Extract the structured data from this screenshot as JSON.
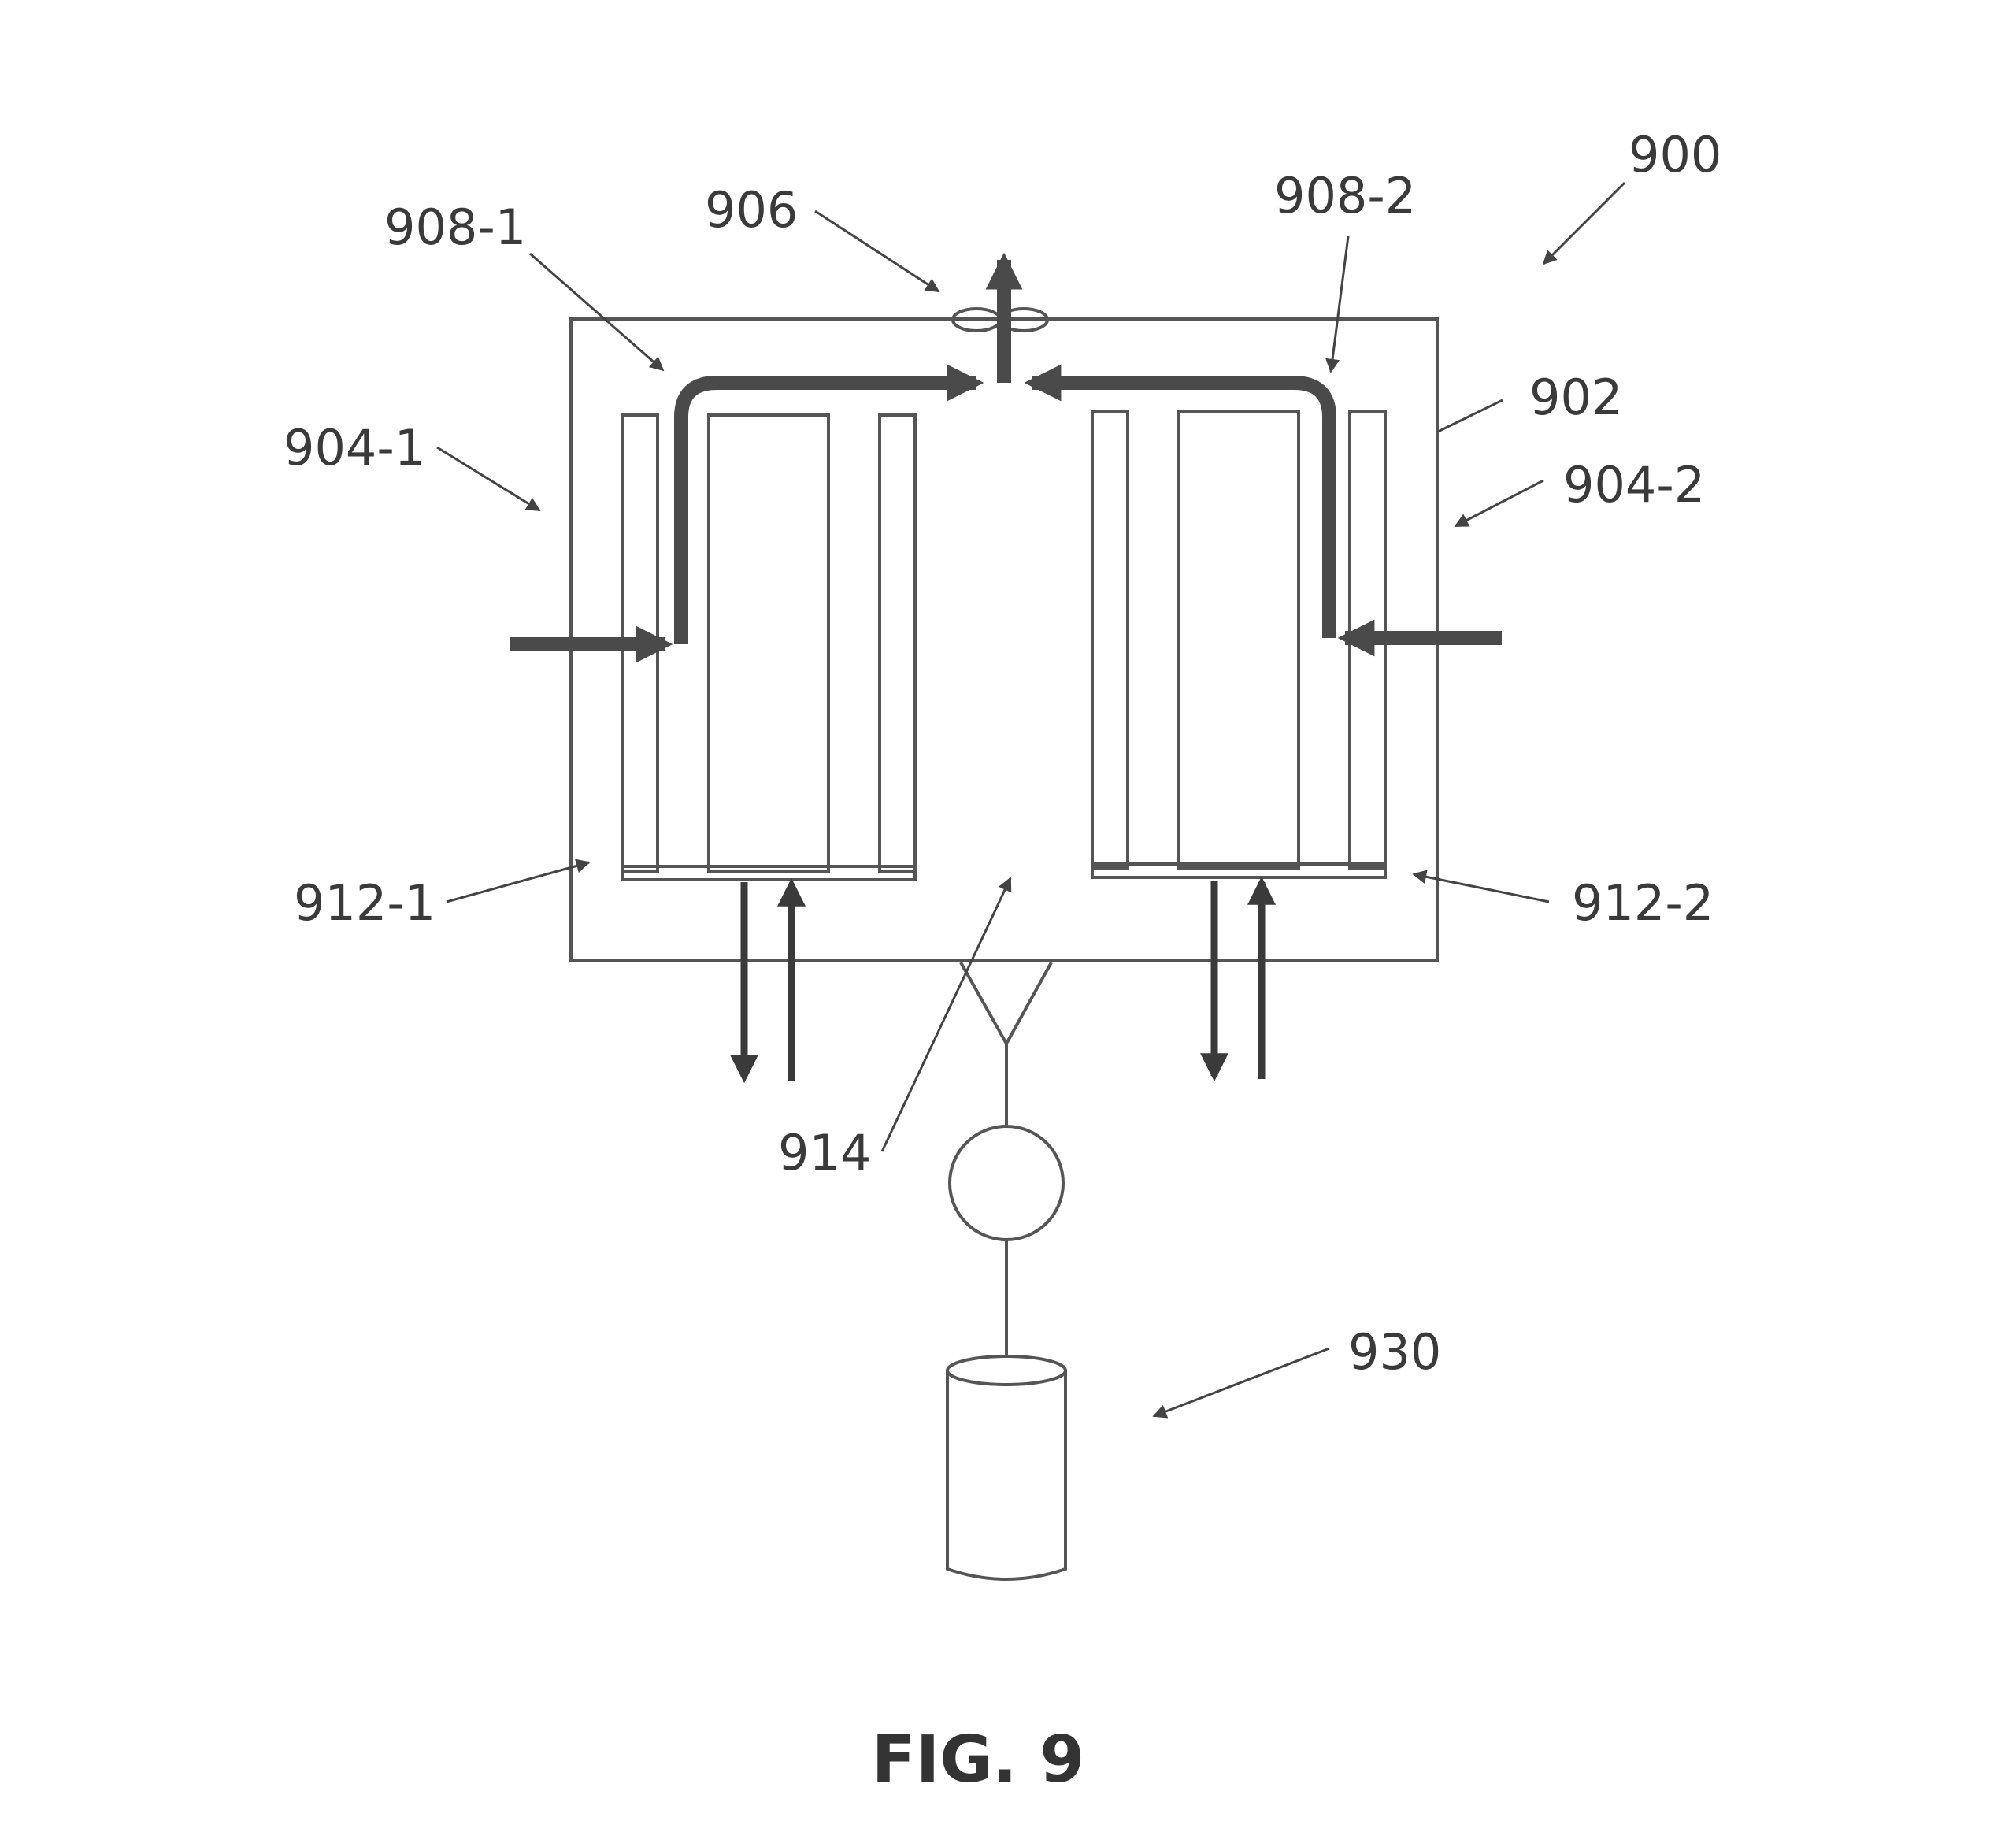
{
  "labels": {
    "system": "900",
    "housing": "902",
    "bed_left": "904-1",
    "bed_right": "904-2",
    "fan": "906",
    "channel_left": "908-1",
    "channel_right": "908-2",
    "tray_left": "912-1",
    "tray_right": "912-2",
    "drain": "914",
    "tank": "930"
  },
  "caption": "FIG. 9"
}
